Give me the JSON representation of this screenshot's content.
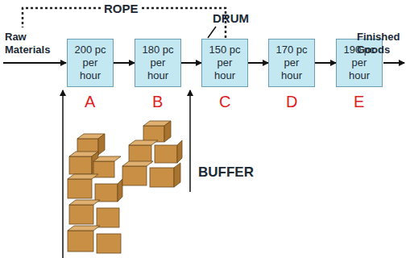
{
  "diagram": {
    "nodes": [
      {
        "text": [
          "200 pc per hour"
        ]
      },
      {
        "text": [
          "180 pc per hour"
        ]
      },
      {
        "text": [
          "150 pc per hour"
        ]
      },
      {
        "text": [
          "170 pc per hour"
        ]
      },
      {
        "text": [
          "190 pc per hour"
        ]
      }
    ],
    "edges": [
      {
        "from": 0,
        "to": 1,
        "arrow": "to"
      },
      {
        "from": 1,
        "to": 2,
        "arrow": "to"
      },
      {
        "from": 2,
        "to": 3,
        "arrow": "to"
      },
      {
        "from": 3,
        "to": 4,
        "arrow": "to"
      }
    ],
    "labels": [
      "ROPE",
      "DRUM",
      "Raw Materials",
      "Finished Goods",
      "A",
      "B",
      "C",
      "D",
      "E",
      "BUFFER"
    ]
  }
}
